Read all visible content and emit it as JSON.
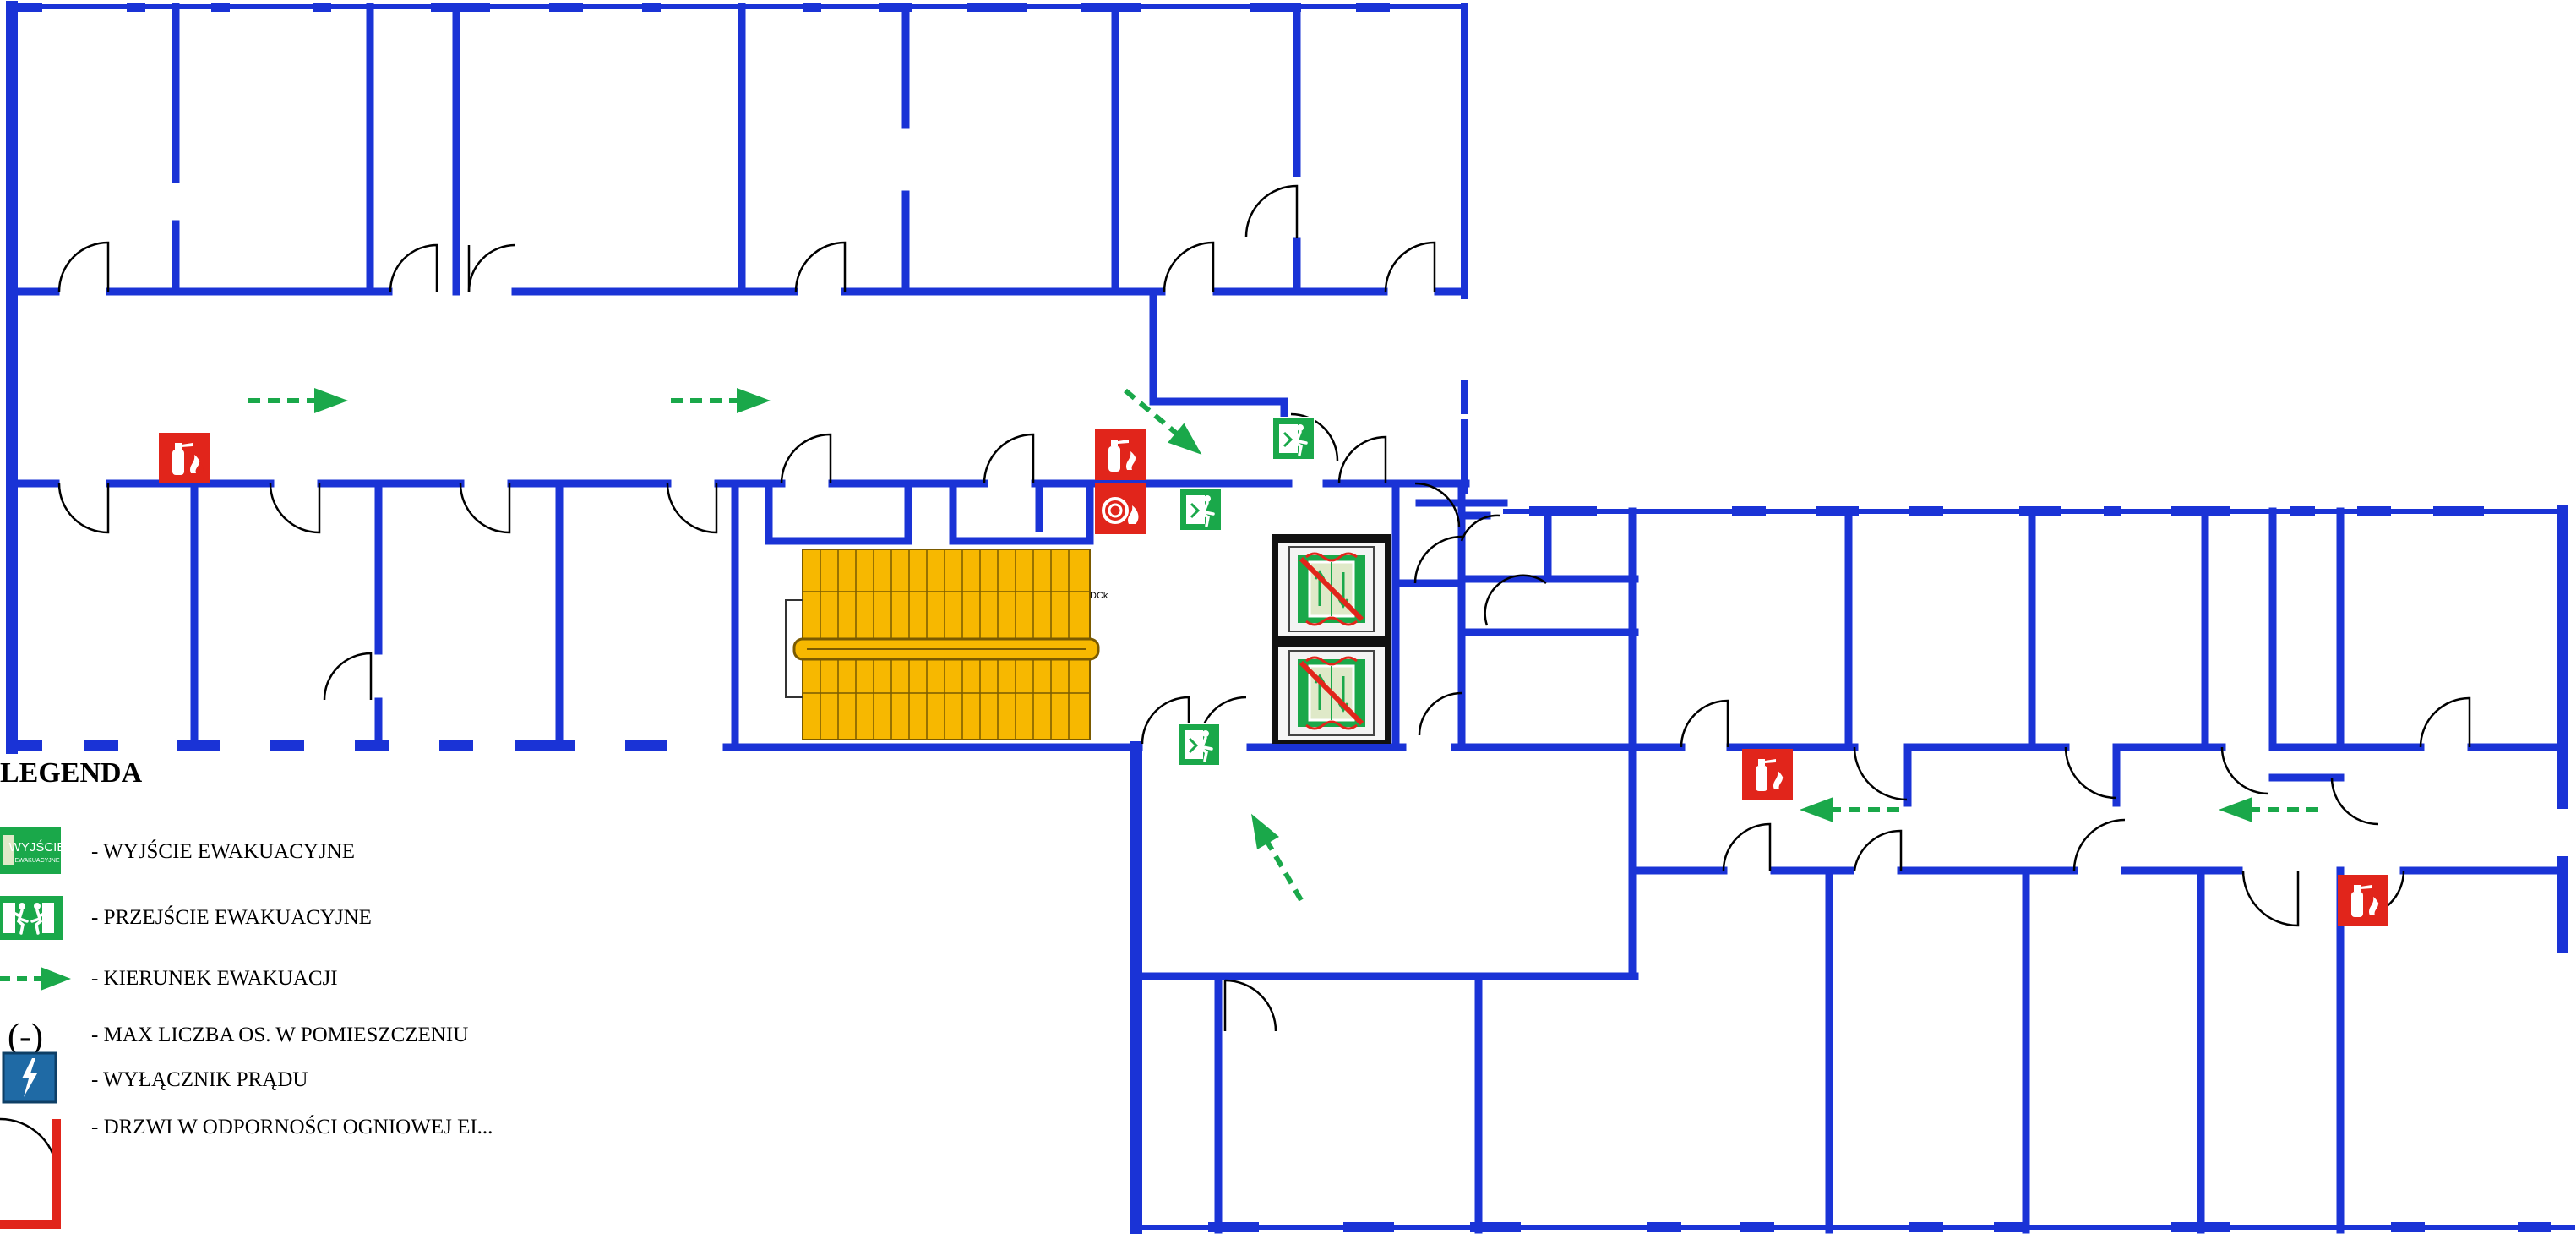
{
  "legend": {
    "title": "LEGENDA",
    "items": [
      {
        "icon": "exit-sign-icon",
        "text": "- WYJŚCIE EWAKUACYJNE",
        "icon_text": "WYJŚCIE",
        "icon_subtext": "EWAKUACYJNE"
      },
      {
        "icon": "evacuation-passage-icon",
        "text": "- PRZEJŚCIE EWAKUACYJNE"
      },
      {
        "icon": "evacuation-arrow-icon",
        "text": "- KIERUNEK EWAKUACJI"
      },
      {
        "icon": "max-occupancy-icon",
        "text": "- MAX LICZBA OS. W POMIESZCZENIU",
        "icon_text": "(-)"
      },
      {
        "icon": "power-switch-icon",
        "text": "- WYŁĄCZNIK PRĄDU"
      },
      {
        "icon": "fire-door-icon",
        "text": "- DRZWI W ODPORNOŚCI OGNIOWEJ EI..."
      }
    ]
  },
  "stair_label": "DCk",
  "colors": {
    "wall": "#1a33d6",
    "evac_green": "#1aa84a",
    "fire_red": "#e1251b",
    "stairs": "#f7b800",
    "power_blue": "#1f6aa5"
  }
}
